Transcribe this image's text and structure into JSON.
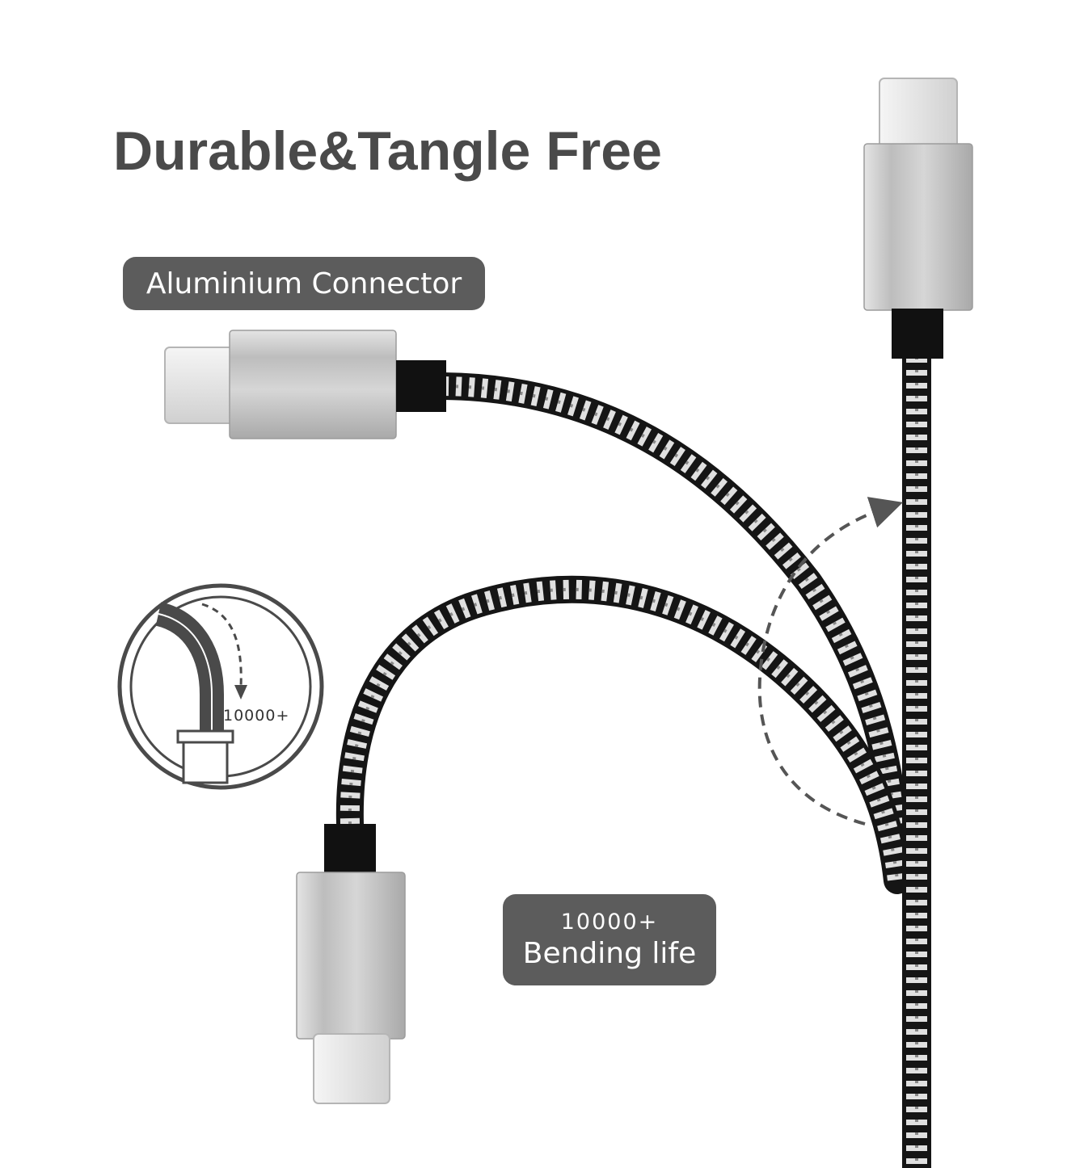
{
  "headline": "Durable&Tangle Free",
  "labels": {
    "connector": "Aluminium Connector",
    "bending_count": "10000+",
    "bending_label": "Bending life"
  },
  "badge": {
    "icon": "bend-test-icon",
    "count": "10000+"
  },
  "colors": {
    "label_bg": "#5c5c5c",
    "headline": "#4a4a4a",
    "braid_dark": "#111111",
    "braid_light": "#d9d9d9",
    "aluminium": "#c8c8c8"
  },
  "illustration": {
    "subject": "braided USB-C cable",
    "connector_type": "USB-C",
    "connectors": 3
  }
}
